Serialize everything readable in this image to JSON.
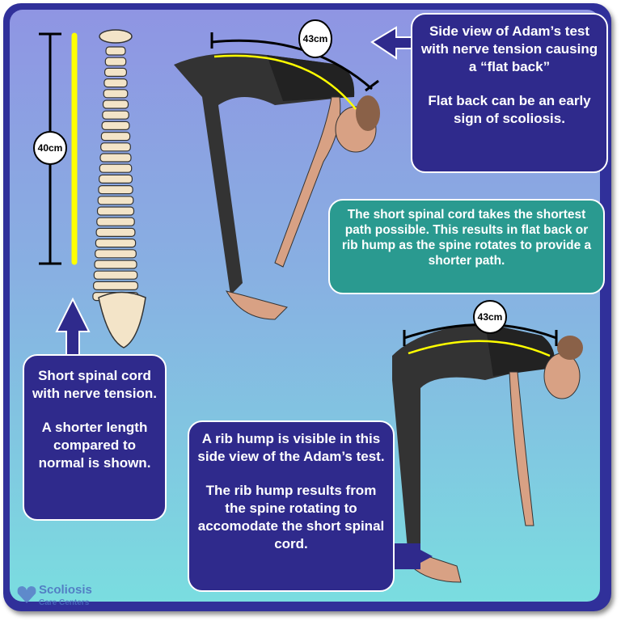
{
  "measurements": {
    "spine_length": "40cm",
    "flat_back_length": "43cm",
    "rib_hump_length": "43cm"
  },
  "callouts": {
    "flat_back": {
      "line1": "Side view of Adam’s test with nerve tension causing a “flat back”",
      "line2": "Flat back can be an early sign of scoliosis."
    },
    "shortest_path": "The short spinal cord takes the shortest path possible. This results in flat back or rib hump as the spine rotates to provide a shorter path.",
    "short_cord": {
      "line1": "Short spinal cord with nerve tension.",
      "line2": "A shorter length compared to normal is shown."
    },
    "rib_hump": {
      "line1": "A rib hump is visible in this side view of the Adam’s test.",
      "line2": "The rib hump results from the spine rotating to accomodate the short spinal cord."
    }
  },
  "logo": {
    "name": "Scoliosis",
    "sub": "Care Centers"
  },
  "colors": {
    "frame": "#30309a",
    "box": "#2f2a8c",
    "teal_box": "#2a9a90",
    "measure_line": "#ffff00"
  }
}
